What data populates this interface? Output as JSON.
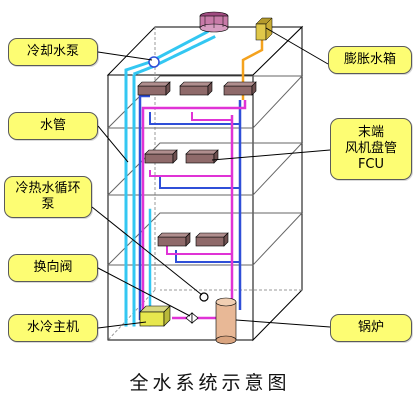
{
  "labels": {
    "cooling_pump": "冷却水泵",
    "water_pipe": "水管",
    "hot_cold_pump_line1": "冷热水循环",
    "hot_cold_pump_line2": "泵",
    "reversing_valve": "换向阀",
    "chiller": "水冷主机",
    "expansion_tank": "膨胀水箱",
    "fcu_line1": "末端",
    "fcu_line2": "风机盘管",
    "fcu_line3": "FCU",
    "boiler": "锅炉"
  },
  "caption": "全水系统示意图",
  "colors": {
    "callout_fill": "#fdfd73",
    "cooling_pipe": "#33c7f2",
    "chilled_pipe": "#2f4fd8",
    "hot_pipe": "#e033d6",
    "expansion_pipe": "#f4a21e",
    "unit_fill": "#8f6a6a",
    "boiler_fill": "#e8b896",
    "frame": "#000000"
  }
}
